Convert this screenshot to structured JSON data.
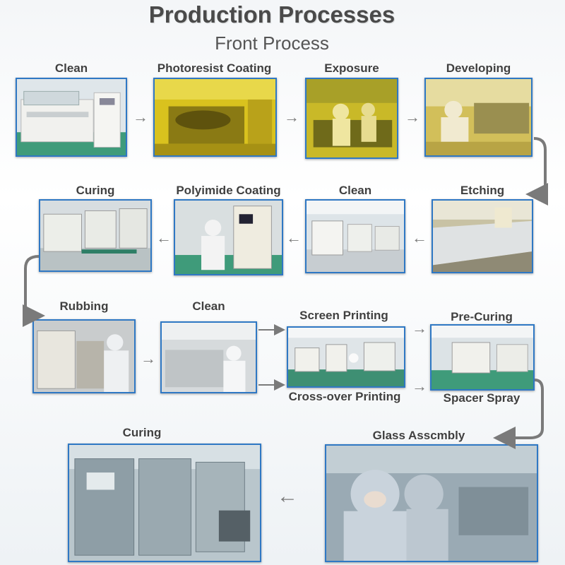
{
  "header": {
    "title": "Production Processes",
    "subtitle": "Front Process"
  },
  "steps": {
    "clean_1": "Clean",
    "photoresist_coating": "Photoresist Coating",
    "exposure": "Exposure",
    "developing": "Developing",
    "etching": "Etching",
    "clean_2": "Clean",
    "polyimide_coating": "Polyimide Coating",
    "curing_1": "Curing",
    "rubbing": "Rubbing",
    "clean_3": "Clean",
    "screen_printing": "Screen Printing",
    "cross_over_printing": "Cross-over Printing",
    "pre_curing": "Pre-Curing",
    "spacer_spray": "Spacer Spray",
    "glass_assembly": "Glass Asscmbly",
    "curing_2": "Curing"
  },
  "colors": {
    "frame_blue": "#2f78c4",
    "arrow_gray": "#7a7a7a",
    "yellow_room": "#d9c21e"
  }
}
